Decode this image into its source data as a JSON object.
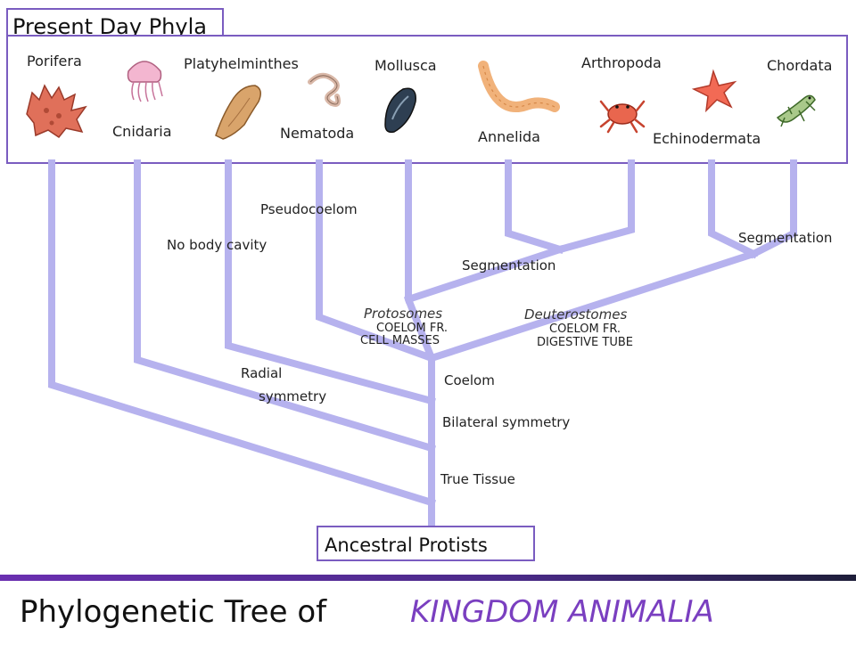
{
  "header_title": "Present Day Phyla",
  "phyla": {
    "porifera": "Porifera",
    "cnidaria": "Cnidaria",
    "platyhelminthes": "Platyhelminthes",
    "nematoda": "Nematoda",
    "mollusca": "Mollusca",
    "annelida": "Annelida",
    "arthropoda": "Arthropoda",
    "echinodermata": "Echinodermata",
    "chordata": "Chordata"
  },
  "traits": {
    "pseudocoelom": "Pseudocoelom",
    "no_body_cavity": "No body cavity",
    "segmentation_left": "Segmentation",
    "segmentation_right": "Segmentation",
    "protostomes": "Protosomes",
    "protostomes_line1": "COELOM FR.",
    "protostomes_line2": "CELL MASSES",
    "deuterostomes": "Deuterostomes",
    "deuterostomes_line1": "COELOM FR.",
    "deuterostomes_line2": "DIGESTIVE TUBE",
    "radial_line1": "Radial",
    "radial_line2": "symmetry",
    "coelom": "Coelom",
    "bilateral": "Bilateral symmetry",
    "true_tissue": "True Tissue"
  },
  "root_label": "Ancestral Protists",
  "footer": {
    "title_prefix": "Phylogenetic Tree of",
    "title_highlight": "KINGDOM ANIMALIA"
  },
  "colors": {
    "branch": "#b6b2ee",
    "frame": "#7a5cc0",
    "divider": "#5b2a9e",
    "highlight_text": "#7a3fc0"
  }
}
